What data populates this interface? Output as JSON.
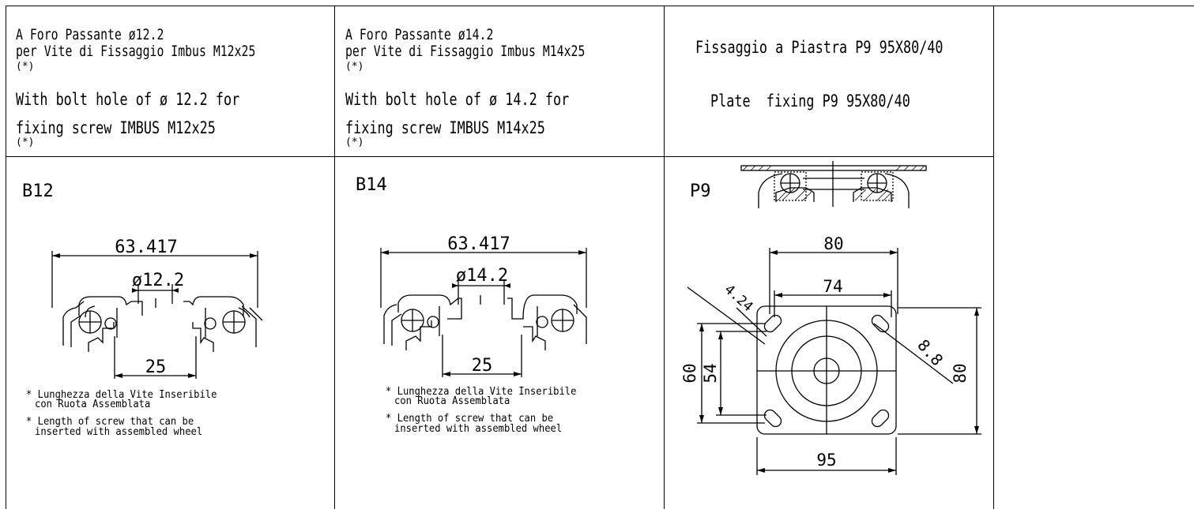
{
  "columns": [
    {
      "header_it_line1": "A Foro Passante ø12.2",
      "header_it_line2": "per Vite di Fissaggio Imbus M12x25",
      "header_mark1": "(*)",
      "header_en_line1": "With bolt hole of ø 12.2 for",
      "header_en_line2": "fixing screw IMBUS M12x25",
      "header_mark2": "(*)",
      "code": "B12",
      "dim_width": "63.417",
      "dim_hole": "ø12.2",
      "dim_length": "25",
      "note_it_line1": "* Lunghezza della Vite Inseribile",
      "note_it_line2": "con Ruota Assemblata",
      "note_en_line1": "* Length of screw that can be",
      "note_en_line2": "inserted with assembled wheel"
    },
    {
      "header_it_line1": "A Foro Passante ø14.2",
      "header_it_line2": "per Vite di Fissaggio Imbus M14x25",
      "header_mark1": "(*)",
      "header_en_line1": "With bolt hole of ø 14.2 for",
      "header_en_line2": "fixing screw IMBUS M14x25",
      "header_mark2": "(*)",
      "code": "B14",
      "dim_width": "63.417",
      "dim_hole": "ø14.2",
      "dim_length": "25",
      "note_it_line1": "* Lunghezza della Vite Inseribile",
      "note_it_line2": "con Ruota Assemblata",
      "note_en_line1": "* Length of screw that can be",
      "note_en_line2": "inserted with assembled wheel"
    },
    {
      "header_it": "Fissaggio a Piastra P9 95X80/40",
      "header_en": "Plate  fixing P9 95X80/40",
      "code": "P9",
      "dim_80_top": "80",
      "dim_74": "74",
      "dim_424": "4.24",
      "dim_88": "8.8",
      "dim_60": "60",
      "dim_54": "54",
      "dim_80_side": "80",
      "dim_95": "95"
    }
  ],
  "colors": {
    "line": "#000000",
    "background": "#ffffff"
  }
}
